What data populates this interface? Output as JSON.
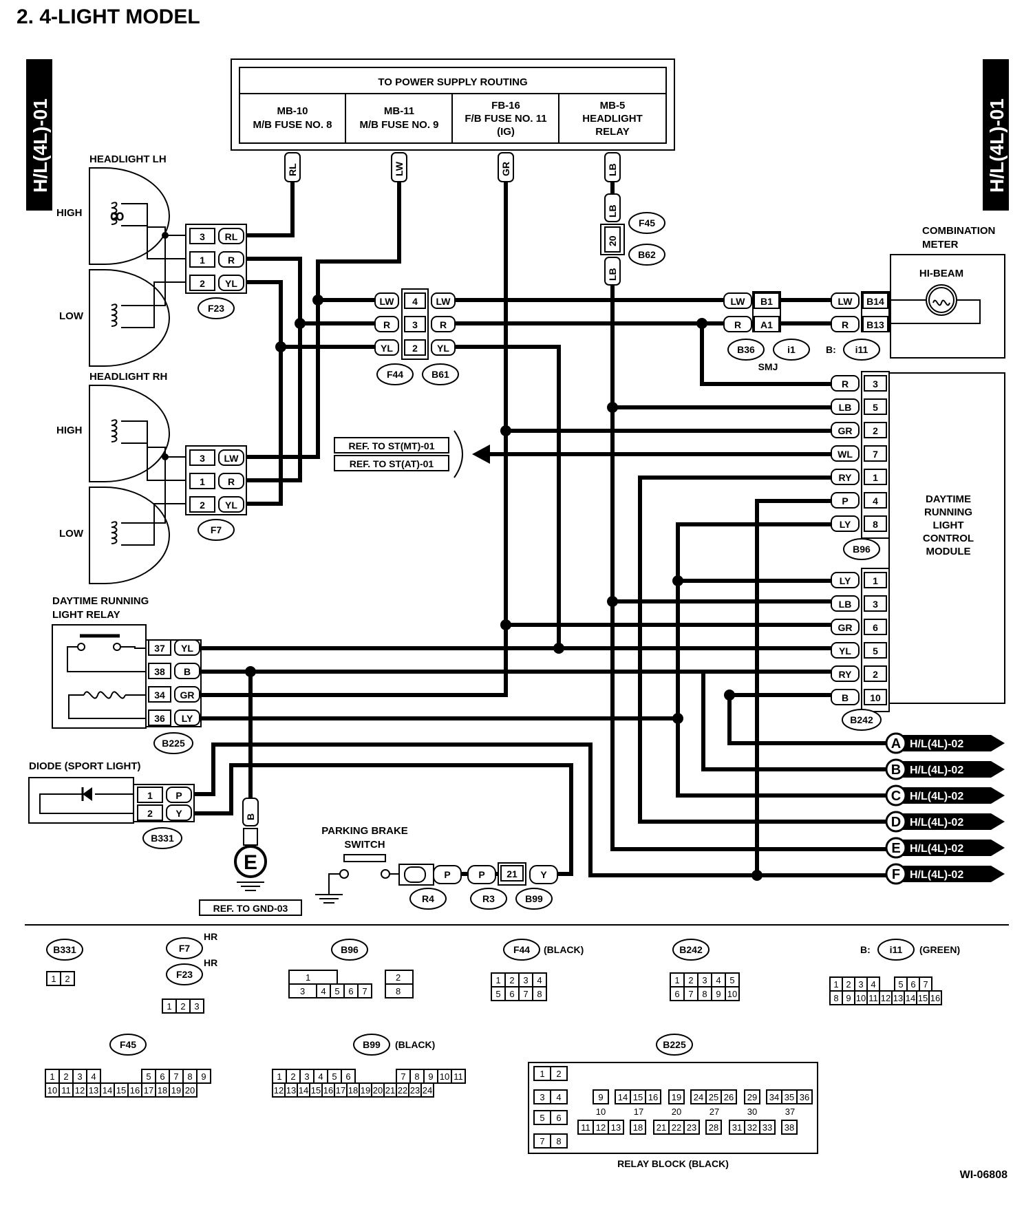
{
  "page": {
    "title": "2.  4-LIGHT MODEL",
    "code": "WI-06808",
    "tab_left": "H/L(4L)-01",
    "tab_right": "H/L(4L)-01"
  },
  "power": {
    "header": "TO POWER SUPPLY ROUTING",
    "cols": [
      [
        "MB-10",
        "M/B FUSE NO. 8",
        ""
      ],
      [
        "MB-11",
        "M/B FUSE NO. 9",
        ""
      ],
      [
        "FB-16",
        "F/B FUSE NO. 11",
        "(IG)"
      ],
      [
        "MB-5",
        "HEADLIGHT",
        "RELAY"
      ]
    ],
    "wires": [
      "RL",
      "LW",
      "GR",
      "LB"
    ]
  },
  "headlight_lh": {
    "title": "HEADLIGHT LH",
    "high": "HIGH",
    "low": "LOW",
    "pins": [
      [
        "3",
        "RL"
      ],
      [
        "1",
        "R"
      ],
      [
        "2",
        "YL"
      ]
    ],
    "conn": "F23"
  },
  "headlight_rh": {
    "title": "HEADLIGHT RH",
    "high": "HIGH",
    "low": "LOW",
    "pins": [
      [
        "3",
        "LW"
      ],
      [
        "1",
        "R"
      ],
      [
        "2",
        "YL"
      ]
    ],
    "conn": "F7"
  },
  "f44": {
    "pins": [
      [
        "LW",
        "4",
        "LW"
      ],
      [
        "R",
        "3",
        "R"
      ],
      [
        "YL",
        "2",
        "YL"
      ]
    ],
    "conn_a": "F44",
    "conn_b": "B61"
  },
  "f45": {
    "wire": "LB",
    "pin": "20",
    "conn_a": "F45",
    "conn_b": "B62"
  },
  "ref_st": [
    "REF. TO ST(MT)-01",
    "REF. TO ST(AT)-01"
  ],
  "meter": {
    "title": [
      "COMBINATION",
      "METER"
    ],
    "hibeam": "HI-BEAM",
    "smj_pins": [
      [
        "LW",
        "B1"
      ],
      [
        "R",
        "A1"
      ]
    ],
    "meter_pins": [
      [
        "LW",
        "B14"
      ],
      [
        "R",
        "B13"
      ]
    ],
    "conns": [
      "B36",
      "i1"
    ],
    "smj": "SMJ",
    "b_prefix": "B:",
    "b_conn": "i11"
  },
  "drl_module": {
    "title": [
      "DAYTIME",
      "RUNNING",
      "LIGHT",
      "CONTROL",
      "MODULE"
    ],
    "b96_pins": [
      [
        "R",
        "3"
      ],
      [
        "LB",
        "5"
      ],
      [
        "GR",
        "2"
      ],
      [
        "WL",
        "7"
      ],
      [
        "RY",
        "1"
      ],
      [
        "P",
        "4"
      ],
      [
        "LY",
        "8"
      ]
    ],
    "b96": "B96",
    "b242_pins": [
      [
        "LY",
        "1"
      ],
      [
        "LB",
        "3"
      ],
      [
        "GR",
        "6"
      ],
      [
        "YL",
        "5"
      ],
      [
        "RY",
        "2"
      ],
      [
        "B",
        "10"
      ]
    ],
    "b242": "B242"
  },
  "drl_relay": {
    "title": [
      "DAYTIME RUNNING",
      "LIGHT RELAY"
    ],
    "pins": [
      [
        "37",
        "YL"
      ],
      [
        "38",
        "B"
      ],
      [
        "34",
        "GR"
      ],
      [
        "36",
        "LY"
      ]
    ],
    "conn": "B225"
  },
  "diode": {
    "title": "DIODE (SPORT LIGHT)",
    "pins": [
      [
        "1",
        "P"
      ],
      [
        "2",
        "Y"
      ]
    ],
    "conn": "B331"
  },
  "ground": {
    "wire": "B",
    "label": "E",
    "ref": "REF. TO GND-03"
  },
  "parking": {
    "title": [
      "PARKING BRAKE",
      "SWITCH"
    ],
    "wires": [
      "P",
      "P",
      "Y"
    ],
    "pin": "21",
    "conns": [
      "R4",
      "R3",
      "B99"
    ]
  },
  "outputs": [
    [
      "A",
      "H/L(4L)-02"
    ],
    [
      "B",
      "H/L(4L)-02"
    ],
    [
      "C",
      "H/L(4L)-02"
    ],
    [
      "D",
      "H/L(4L)-02"
    ],
    [
      "E",
      "H/L(4L)-02"
    ],
    [
      "F",
      "H/L(4L)-02"
    ]
  ],
  "legend": {
    "b331": {
      "label": "B331",
      "pins": [
        "1",
        "2"
      ]
    },
    "f7": {
      "label": "F7",
      "sup": "HR"
    },
    "f23": {
      "label": "F23",
      "sup": "HR",
      "pins": [
        "1",
        "2",
        "3"
      ]
    },
    "b96": {
      "label": "B96",
      "top": [
        "1",
        "2"
      ],
      "bottom": [
        "3",
        "4",
        "5",
        "6",
        "7",
        "8"
      ]
    },
    "f44": {
      "label": "F44",
      "note": "(BLACK)",
      "top": [
        "1",
        "2",
        "3",
        "4"
      ],
      "bottom": [
        "5",
        "6",
        "7",
        "8"
      ]
    },
    "b242": {
      "label": "B242",
      "top": [
        "1",
        "2",
        "3",
        "4",
        "5"
      ],
      "bottom": [
        "6",
        "7",
        "8",
        "9",
        "10"
      ]
    },
    "i11": {
      "prefix": "B:",
      "label": "i11",
      "note": "(GREEN)",
      "top": [
        "1",
        "2",
        "3",
        "4",
        "5",
        "6",
        "7"
      ],
      "bottom": [
        "8",
        "9",
        "10",
        "11",
        "12",
        "13",
        "14",
        "15",
        "16"
      ]
    },
    "f45": {
      "label": "F45",
      "top": [
        "1",
        "2",
        "3",
        "4",
        "5",
        "6",
        "7",
        "8",
        "9"
      ],
      "bottom": [
        "10",
        "11",
        "12",
        "13",
        "14",
        "15",
        "16",
        "17",
        "18",
        "19",
        "20"
      ]
    },
    "b99": {
      "label": "B99",
      "note": "(BLACK)",
      "top": [
        "1",
        "2",
        "3",
        "4",
        "5",
        "6",
        "7",
        "8",
        "9",
        "10",
        "11"
      ],
      "bottom": [
        "12",
        "13",
        "14",
        "15",
        "16",
        "17",
        "18",
        "19",
        "20",
        "21",
        "22",
        "23",
        "24"
      ]
    },
    "b225": {
      "label": "B225",
      "note": "RELAY BLOCK (BLACK)"
    }
  }
}
